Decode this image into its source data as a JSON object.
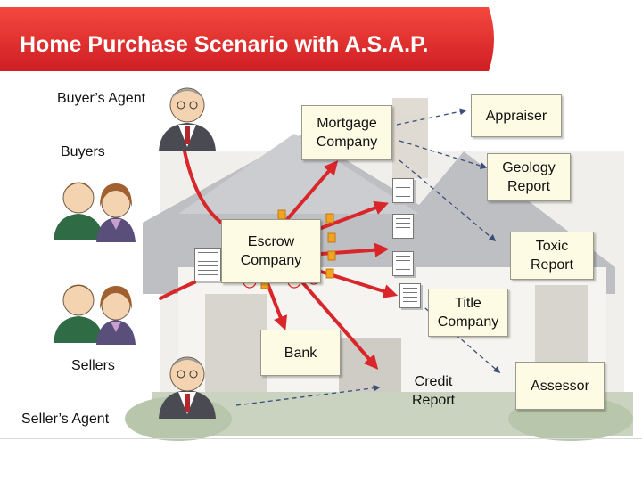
{
  "title": "Home Purchase Scenario with A.S.A.P.",
  "colors": {
    "title_bar": "#e8262d",
    "arrow_red": "#d9262a",
    "arrow_dashed": "#3a4d7a",
    "box_fill": "#fdfbe3"
  },
  "labels": {
    "buyers_agent": "Buyer’s Agent",
    "buyers": "Buyers",
    "sellers": "Sellers",
    "sellers_agent": "Seller’s Agent"
  },
  "nodes": {
    "mortgage_company": [
      "Mortgage",
      "Company"
    ],
    "appraiser": "Appraiser",
    "geology_report": [
      "Geology",
      "Report"
    ],
    "escrow_company": [
      "Escrow",
      "Company"
    ],
    "toxic_report": [
      "Toxic",
      "Report"
    ],
    "title_company": [
      "Title",
      "Company"
    ],
    "bank": "Bank",
    "credit_report": [
      "Credit",
      "Report"
    ],
    "assessor": "Assessor"
  }
}
